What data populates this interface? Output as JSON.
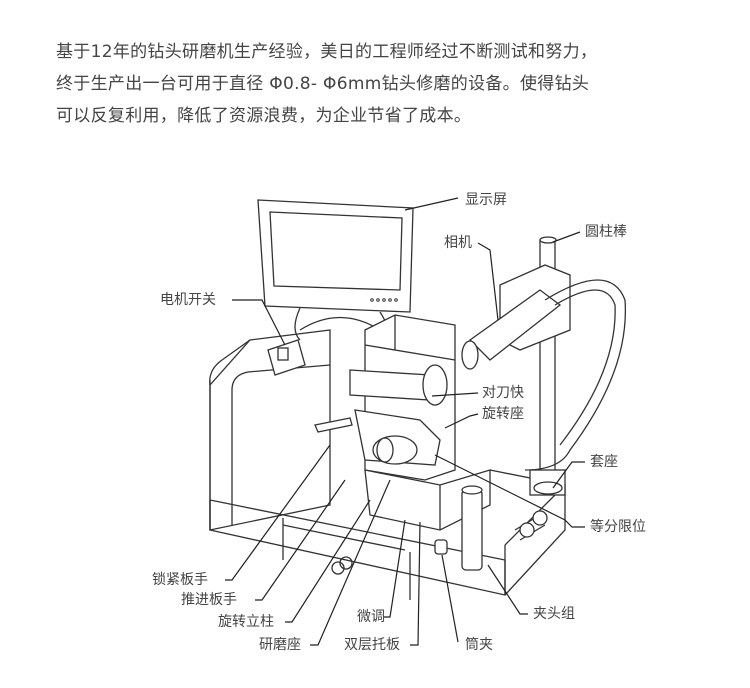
{
  "intro": {
    "lines": [
      "基于12年的钻头研磨机生产经验，美日的工程师经过不断测试和努力，",
      "终于生产出一台可用于直径 Φ0.8- Φ6mm钻头修磨的设备。使得钻头",
      "可以反复利用，降低了资源浪费，为企业节省了成本。"
    ]
  },
  "labels": {
    "display": "显示屏",
    "rod": "圆柱棒",
    "camera": "相机",
    "motor_switch": "电机开关",
    "tool_setting": "对刀快",
    "rotating_base": "旋转座",
    "sleeve_base": "套座",
    "indexing_limit": "等分限位",
    "lock_wrench": "锁紧板手",
    "push_wrench": "推进板手",
    "rotating_column": "旋转立柱",
    "grinding_base": "研磨座",
    "fine_adjust": "微调",
    "double_pallet": "双层托板",
    "collet": "筒夹",
    "chuck_group": "夹头组"
  }
}
